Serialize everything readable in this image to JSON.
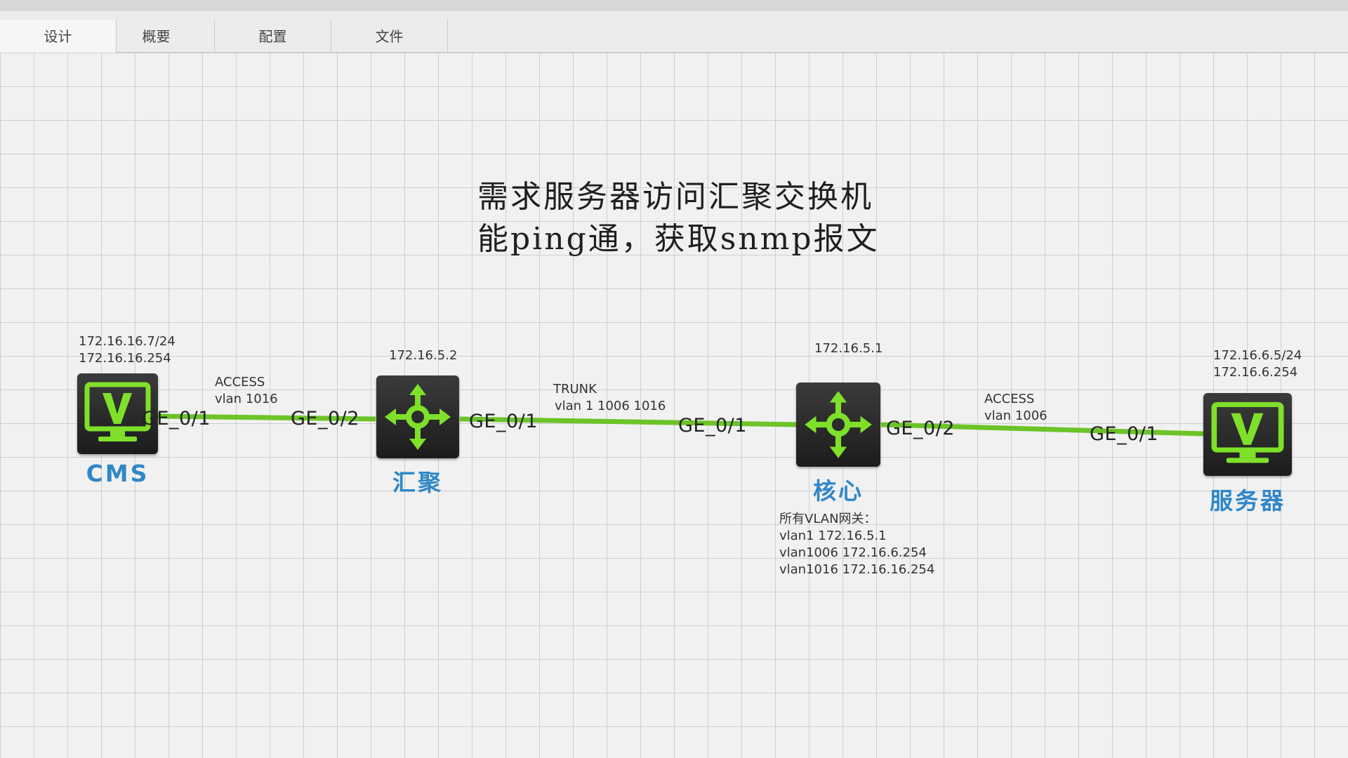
{
  "tabs": [
    {
      "label": "设计"
    },
    {
      "label": "概要"
    },
    {
      "label": "配置"
    },
    {
      "label": "文件"
    }
  ],
  "note": {
    "line1": "需求服务器访问汇聚交换机",
    "line2": "能ping通，获取snmp报文"
  },
  "colors": {
    "link": "#6cc427",
    "device_icon": "#7fe02a",
    "device_label": "#2f87c8"
  },
  "devices": {
    "cms": {
      "icon": "pc-monitor-icon",
      "label": "CMS",
      "ip": "172.16.16.7/24",
      "gateway": "172.16.16.254"
    },
    "aggregation": {
      "icon": "switch-icon",
      "label": "汇聚",
      "ip": "172.16.5.2"
    },
    "core": {
      "icon": "switch-icon",
      "label": "核心",
      "ip": "172.16.5.1",
      "gateway_title": "所有VLAN网关：",
      "gateways": [
        "vlan1 172.16.5.1",
        "vlan1006 172.16.6.254",
        "vlan1016 172.16.16.254"
      ]
    },
    "server": {
      "icon": "pc-monitor-icon",
      "label": "服务器",
      "ip": "172.16.6.5/24",
      "gateway": "172.16.6.254"
    }
  },
  "links": [
    {
      "mode": "ACCESS",
      "vlan": "vlan 1016",
      "port_a": "GE_0/1",
      "port_b": "GE_0/2"
    },
    {
      "mode": "TRUNK",
      "vlan": "vlan 1 1006 1016",
      "port_a": "GE_0/1",
      "port_b": "GE_0/1"
    },
    {
      "mode": "ACCESS",
      "vlan": "vlan 1006",
      "port_a": "GE_0/2",
      "port_b": "GE_0/1"
    }
  ]
}
